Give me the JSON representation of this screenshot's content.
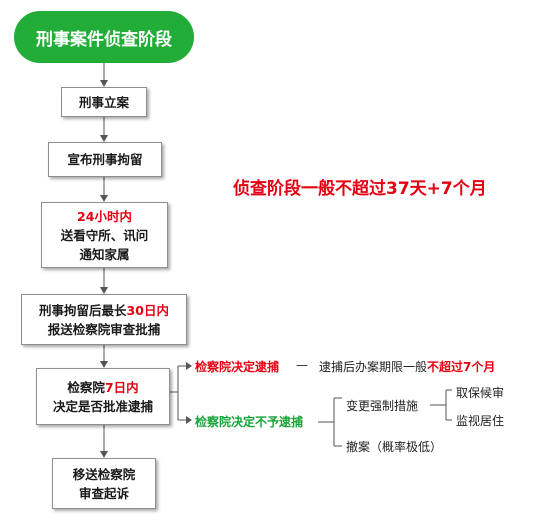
{
  "start": "刑事案件侦查阶段",
  "steps": {
    "filing": "刑事立案",
    "detention": "宣布刑事拘留",
    "within24": {
      "highlight": "24小时内",
      "line2": "送看守所、讯问",
      "line3": "通知家属"
    },
    "report": {
      "prefix": "刑事拘留后最长",
      "highlight": "30日内",
      "line2": "报送检察院审查批捕"
    },
    "decide": {
      "prefix": "检察院",
      "highlight": "7日内",
      "line2": "决定是否批准逮捕"
    },
    "prosecute": {
      "line1": "移送检察院",
      "line2": "审查起诉"
    }
  },
  "summary": "侦查阶段一般不超过37天+7个月",
  "branches": {
    "approve": {
      "label": "检察院决定逮捕",
      "dash": "—",
      "note_prefix": "逮捕后办案期限一般",
      "note_highlight": "不超过7个月"
    },
    "reject": {
      "label": "检察院决定不予逮捕",
      "dash": "—",
      "option1": "变更强制措施",
      "option1_sub": [
        "取保候审",
        "监视居住"
      ],
      "option2": "撤案（概率极低）"
    }
  },
  "colors": {
    "green": "#22ad38",
    "red": "#e60012",
    "text": "#1a1a1a"
  }
}
